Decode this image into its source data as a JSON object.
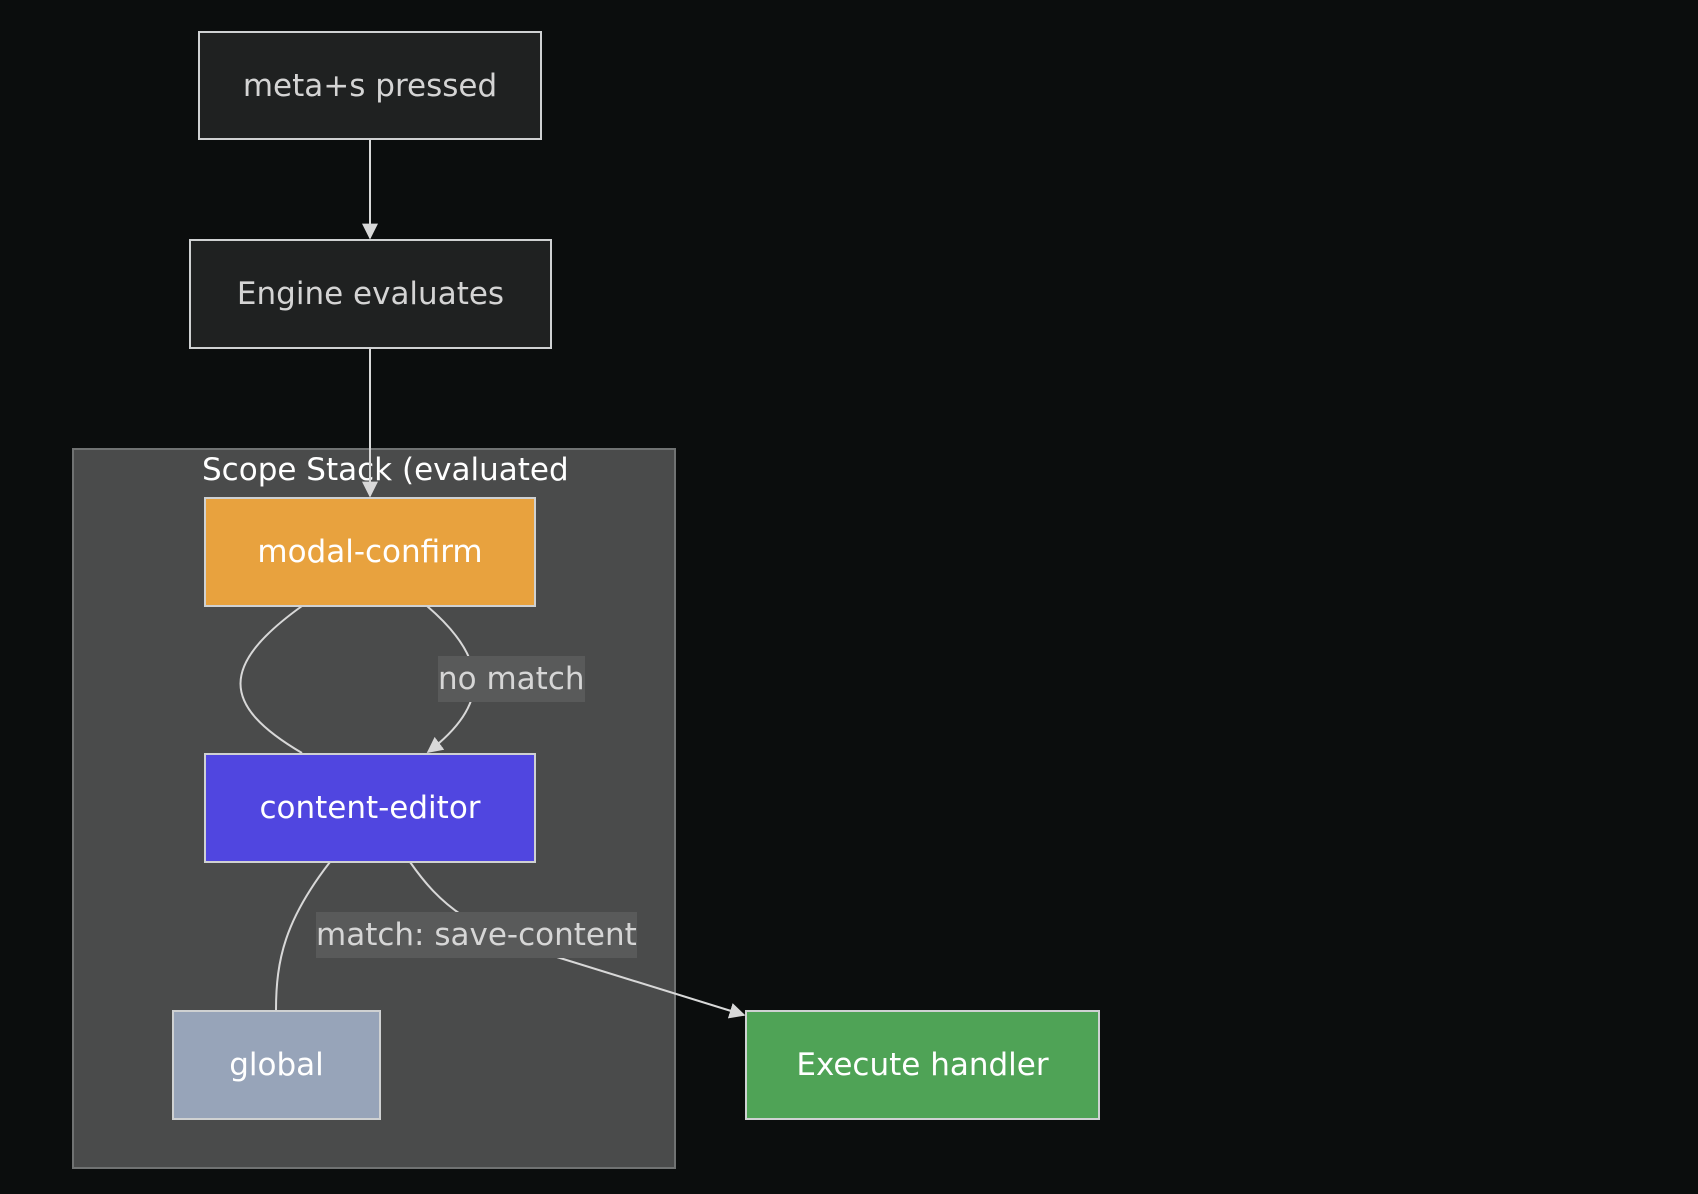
{
  "nodes": {
    "meta_pressed": "meta+s pressed",
    "engine_evaluates": "Engine evaluates",
    "modal_confirm": "modal-confirm",
    "content_editor": "content-editor",
    "global": "global",
    "execute_handler": "Execute handler"
  },
  "cluster": {
    "title": "Scope Stack (evaluated"
  },
  "edges": {
    "no_match": "no match",
    "match_save": "match: save-content"
  },
  "colors": {
    "background": "#0b0d0d",
    "dark_node": "#1f2121",
    "modal_confirm": "#e8a23e",
    "content_editor": "#5046e0",
    "global": "#97a4b9",
    "execute_handler": "#4fa356",
    "cluster": "#4a4b4b",
    "edge": "#d8d8d8"
  }
}
